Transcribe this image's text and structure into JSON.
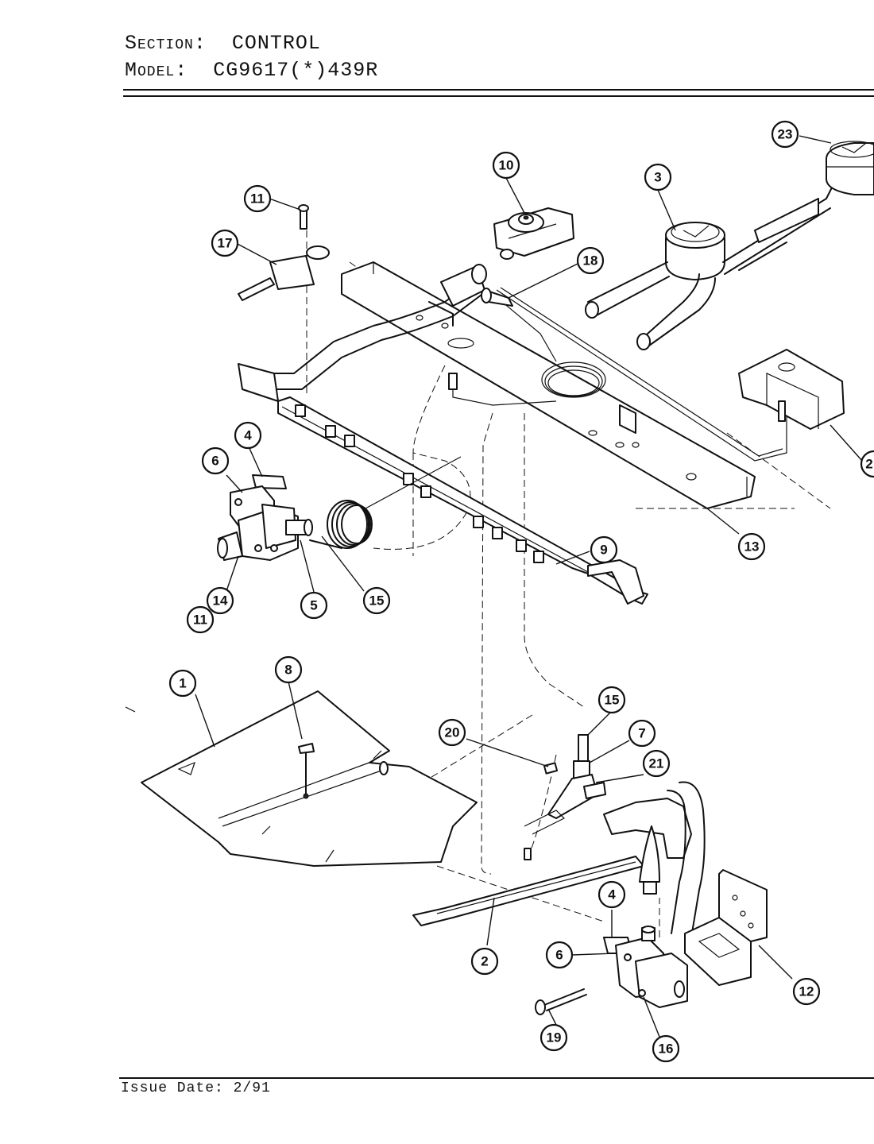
{
  "header": {
    "section_label": "Section:",
    "section_value": "CONTROL",
    "model_label": "Model:",
    "model_value": "CG9617(*)439R"
  },
  "footer": {
    "issue_date": "Issue Date: 2/91"
  },
  "callouts": [
    {
      "id": "c-11-top",
      "label": "11"
    },
    {
      "id": "c-17",
      "label": "17"
    },
    {
      "id": "c-10",
      "label": "10"
    },
    {
      "id": "c-18",
      "label": "18"
    },
    {
      "id": "c-3",
      "label": "3"
    },
    {
      "id": "c-23",
      "label": "23"
    },
    {
      "id": "c-22",
      "label": "2"
    },
    {
      "id": "c-4-top",
      "label": "4"
    },
    {
      "id": "c-6-top",
      "label": "6"
    },
    {
      "id": "c-13",
      "label": "13"
    },
    {
      "id": "c-9",
      "label": "9"
    },
    {
      "id": "c-14",
      "label": "14"
    },
    {
      "id": "c-11-bot",
      "label": "11"
    },
    {
      "id": "c-5",
      "label": "5"
    },
    {
      "id": "c-15-top",
      "label": "15"
    },
    {
      "id": "c-1",
      "label": "1"
    },
    {
      "id": "c-8",
      "label": "8"
    },
    {
      "id": "c-15-bot",
      "label": "15"
    },
    {
      "id": "c-20",
      "label": "20"
    },
    {
      "id": "c-7",
      "label": "7"
    },
    {
      "id": "c-21",
      "label": "21"
    },
    {
      "id": "c-4-bot",
      "label": "4"
    },
    {
      "id": "c-6-bot",
      "label": "6"
    },
    {
      "id": "c-2",
      "label": "2"
    },
    {
      "id": "c-12",
      "label": "12"
    },
    {
      "id": "c-19",
      "label": "19"
    },
    {
      "id": "c-16",
      "label": "16"
    }
  ]
}
